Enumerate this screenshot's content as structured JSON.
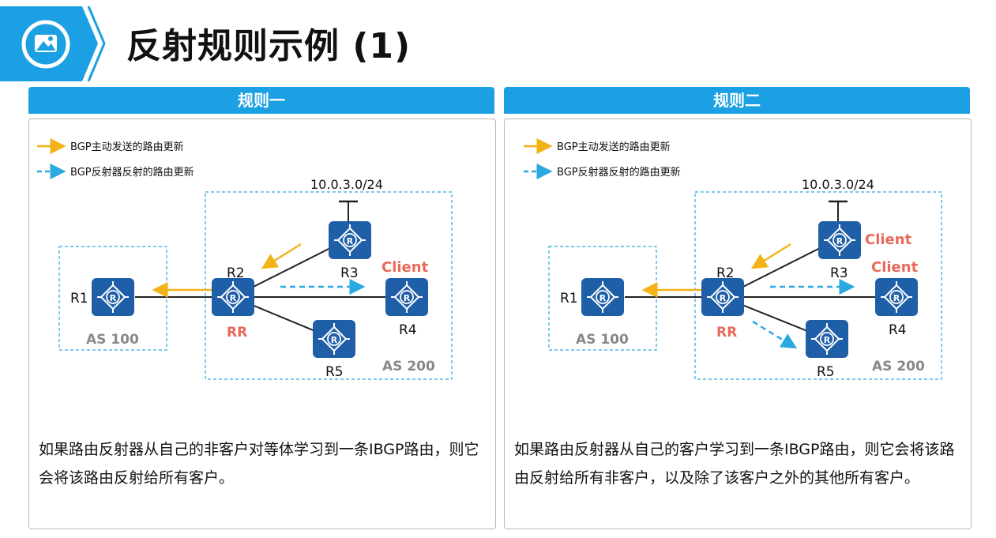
{
  "title": "反射规则示例 (1)",
  "panels": [
    {
      "heading": "规则一",
      "legend": {
        "solid": "BGP主动发送的路由更新",
        "dashed": "BGP反射器反射的路由更新"
      },
      "network_label": "10.0.3.0/24",
      "routers": {
        "r1": "R1",
        "r2": "R2",
        "r3": "R3",
        "r4": "R4",
        "r5": "R5"
      },
      "rr_label": "RR",
      "client_labels": [
        "Client"
      ],
      "as_left": "AS 100",
      "as_right": "AS 200",
      "description": "如果路由反射器从自己的非客户对等体学习到一条IBGP路由，则它会将该路由反射给所有客户。"
    },
    {
      "heading": "规则二",
      "legend": {
        "solid": "BGP主动发送的路由更新",
        "dashed": "BGP反射器反射的路由更新"
      },
      "network_label": "10.0.3.0/24",
      "routers": {
        "r1": "R1",
        "r2": "R2",
        "r3": "R3",
        "r4": "R4",
        "r5": "R5"
      },
      "rr_label": "RR",
      "client_labels": [
        "Client",
        "Client"
      ],
      "as_left": "AS 100",
      "as_right": "AS 200",
      "description": "如果路由反射器从自己的客户学习到一条IBGP路由，则它会将该路由反射给所有非客户，以及除了该客户之外的其他所有客户。"
    }
  ],
  "colors": {
    "accent": "#1aa0e3",
    "router": "#1f5fa8",
    "solid_arrow": "#f2b316",
    "dashed_arrow": "#2aa8e0",
    "client_label": "#e8685a",
    "as_label": "#888888"
  }
}
